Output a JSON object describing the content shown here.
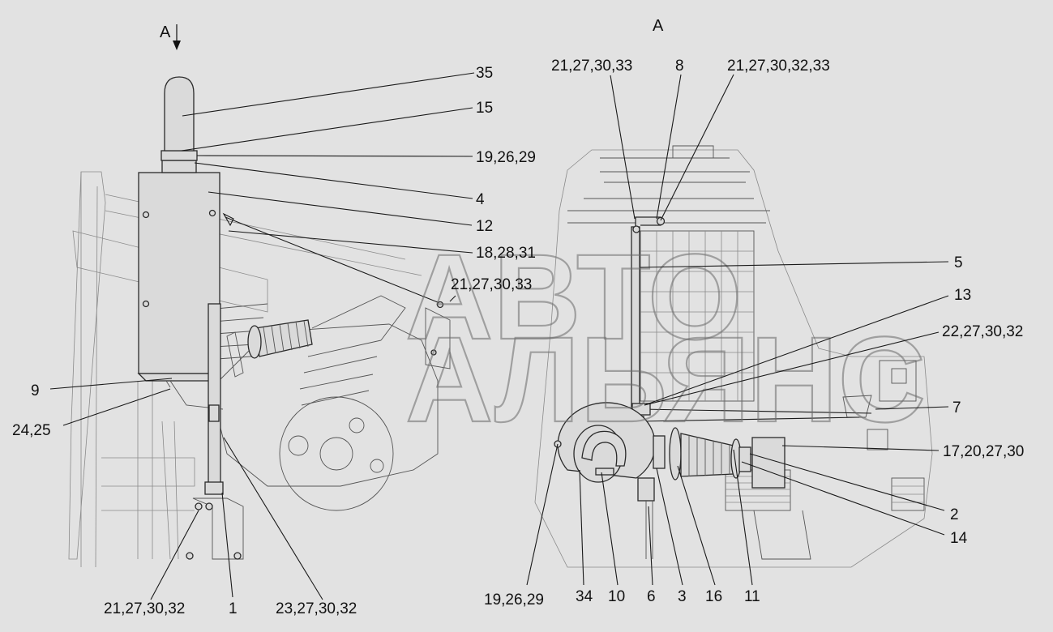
{
  "view_marker": "А",
  "view_title": "А",
  "watermark": {
    "line1": "АВТО",
    "line2": "АЛЬЯНС"
  },
  "left_callouts": [
    "35",
    "15",
    "19,26,29",
    "4",
    "12",
    "18,28,31",
    "21,27,30,33",
    "9",
    "24,25",
    "21,27,30,32",
    "1",
    "23,27,30,32"
  ],
  "right_callouts": [
    "21,27,30,33",
    "8",
    "21,27,30,32,33",
    "5",
    "13",
    "22,27,30,32",
    "7",
    "17,20,27,30",
    "2",
    "14",
    "19,26,29",
    "34",
    "10",
    "6",
    "3",
    "16",
    "11"
  ]
}
